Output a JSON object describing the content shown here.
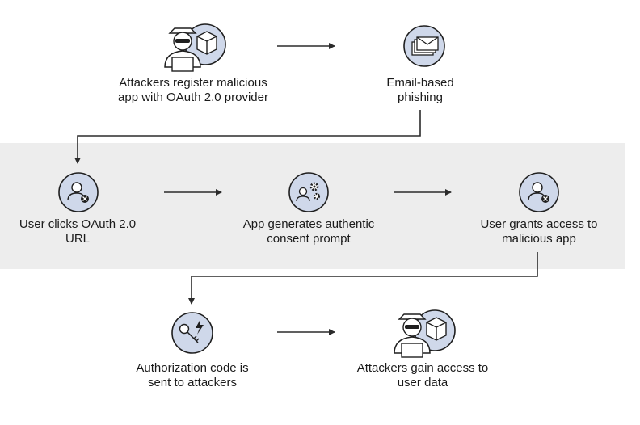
{
  "steps": [
    {
      "id": "register",
      "icon": "hacker-package-icon",
      "lines": [
        "Attackers register malicious",
        "app with OAuth 2.0 provider"
      ]
    },
    {
      "id": "phishing",
      "icon": "email-stack-icon",
      "lines": [
        "Email-based",
        "phishing"
      ]
    },
    {
      "id": "user-clicks",
      "icon": "user-x-icon",
      "lines": [
        "User clicks OAuth 2.0",
        "URL"
      ]
    },
    {
      "id": "consent",
      "icon": "users-gear-icon",
      "lines": [
        "App generates authentic",
        "consent prompt"
      ]
    },
    {
      "id": "user-grants",
      "icon": "user-x-icon",
      "lines": [
        "User grants access to",
        "malicious app"
      ]
    },
    {
      "id": "auth-code",
      "icon": "key-lightning-icon",
      "lines": [
        "Authorization code is",
        "sent to attackers"
      ]
    },
    {
      "id": "gain-access",
      "icon": "hacker-package-icon",
      "lines": [
        "Attackers gain access to",
        "user data"
      ]
    }
  ],
  "colors": {
    "circle_fill": "#cfd8ea",
    "circle_stroke": "#1f1f1f",
    "band": "#ededed",
    "arrow": "#2b2b2b"
  }
}
